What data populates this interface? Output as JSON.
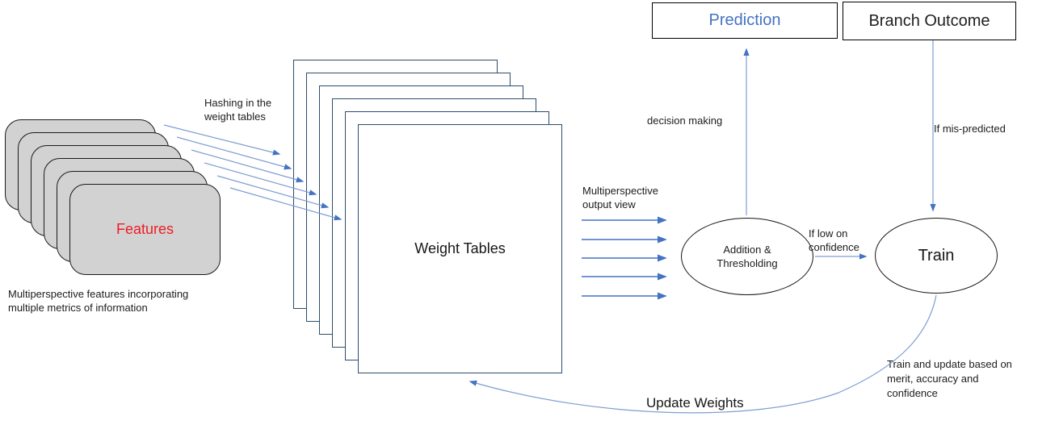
{
  "colors": {
    "arrow-blue": "#4472c4",
    "arrow-light": "#7f9dd1",
    "table-border": "#2e4d6b",
    "feature-fill": "#d2d2d2",
    "feature-text": "#ee1c25",
    "prediction-text": "#4472c4",
    "text-black": "#1f1f1f"
  },
  "nodes": {
    "features": {
      "label": "Features"
    },
    "weight_tables": {
      "label": "Weight Tables"
    },
    "prediction": {
      "label": "Prediction"
    },
    "branch_outcome": {
      "label": "Branch Outcome"
    },
    "addition_thresholding": {
      "line1": "Addition &",
      "line2": "Thresholding"
    },
    "train": {
      "label": "Train"
    }
  },
  "labels": {
    "features_caption": [
      "Multiperspective features incorporating",
      "multiple metrics of information"
    ],
    "hashing": [
      "Hashing in the",
      "weight tables"
    ],
    "output_view": [
      "Multiperspective",
      "output view"
    ],
    "decision_making": "decision making",
    "mis_predicted": "If mis-predicted",
    "low_confidence": [
      "If low on",
      "confidence"
    ],
    "update_weights": "Update Weights",
    "train_caption": [
      "Train and update based on",
      "merit, accuracy and",
      "confidence"
    ]
  }
}
